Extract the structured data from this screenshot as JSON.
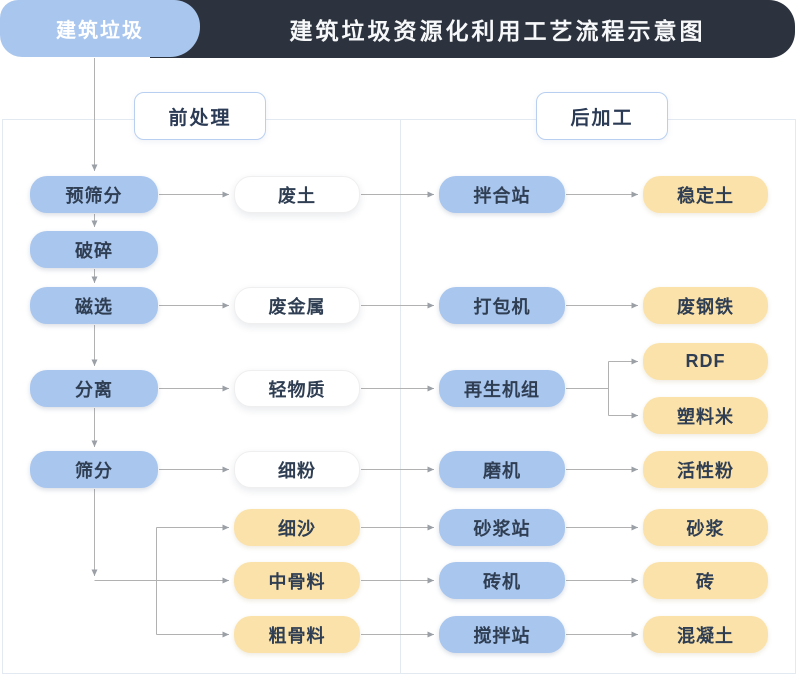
{
  "title_bar": {
    "tab_label": "建筑垃圾",
    "title": "建筑垃圾资源化利用工艺流程示意图"
  },
  "section_labels": {
    "pre": "前处理",
    "post": "后加工"
  },
  "nodes": {
    "pre_screening": "预筛分",
    "crushing": "破碎",
    "magnetic_separation": "磁选",
    "separation": "分离",
    "screening": "筛分",
    "waste_soil": "废土",
    "waste_metal": "废金属",
    "light_material": "轻物质",
    "fine_powder": "细粉",
    "fine_sand": "细沙",
    "medium_aggregate": "中骨料",
    "coarse_aggregate": "粗骨料",
    "mixing_station": "拌合站",
    "baler": "打包机",
    "regeneration_unit": "再生机组",
    "mill": "磨机",
    "mortar_station": "砂浆站",
    "brick_machine": "砖机",
    "stirring_station": "搅拌站",
    "stabilized_soil": "稳定土",
    "scrap_steel": "废钢铁",
    "rdf": "RDF",
    "plastic_pellets": "塑料米",
    "active_powder": "活性粉",
    "mortar": "砂浆",
    "brick": "砖",
    "concrete": "混凝土"
  },
  "edges": [
    [
      "tab_label",
      "pre_screening"
    ],
    [
      "pre_screening",
      "crushing"
    ],
    [
      "crushing",
      "magnetic_separation"
    ],
    [
      "magnetic_separation",
      "separation"
    ],
    [
      "separation",
      "screening"
    ],
    [
      "pre_screening",
      "waste_soil"
    ],
    [
      "magnetic_separation",
      "waste_metal"
    ],
    [
      "separation",
      "light_material"
    ],
    [
      "screening",
      "fine_powder"
    ],
    [
      "screening",
      "fine_sand"
    ],
    [
      "screening",
      "medium_aggregate"
    ],
    [
      "screening",
      "coarse_aggregate"
    ],
    [
      "waste_soil",
      "mixing_station"
    ],
    [
      "waste_metal",
      "baler"
    ],
    [
      "light_material",
      "regeneration_unit"
    ],
    [
      "fine_powder",
      "mill"
    ],
    [
      "fine_sand",
      "mortar_station"
    ],
    [
      "medium_aggregate",
      "brick_machine"
    ],
    [
      "coarse_aggregate",
      "stirring_station"
    ],
    [
      "mixing_station",
      "stabilized_soil"
    ],
    [
      "baler",
      "scrap_steel"
    ],
    [
      "regeneration_unit",
      "rdf"
    ],
    [
      "regeneration_unit",
      "plastic_pellets"
    ],
    [
      "mill",
      "active_powder"
    ],
    [
      "mortar_station",
      "mortar"
    ],
    [
      "brick_machine",
      "brick"
    ],
    [
      "stirring_station",
      "concrete"
    ]
  ],
  "colors": {
    "header_bg": "#2c333e",
    "process_blue": "#a9c6ee",
    "product_yellow": "#fbe2aa",
    "text_dark": "#2f3e52",
    "arrow_gray": "#b1b1b1",
    "panel_border": "#e3e9f1",
    "label_border": "#b9cff1"
  }
}
